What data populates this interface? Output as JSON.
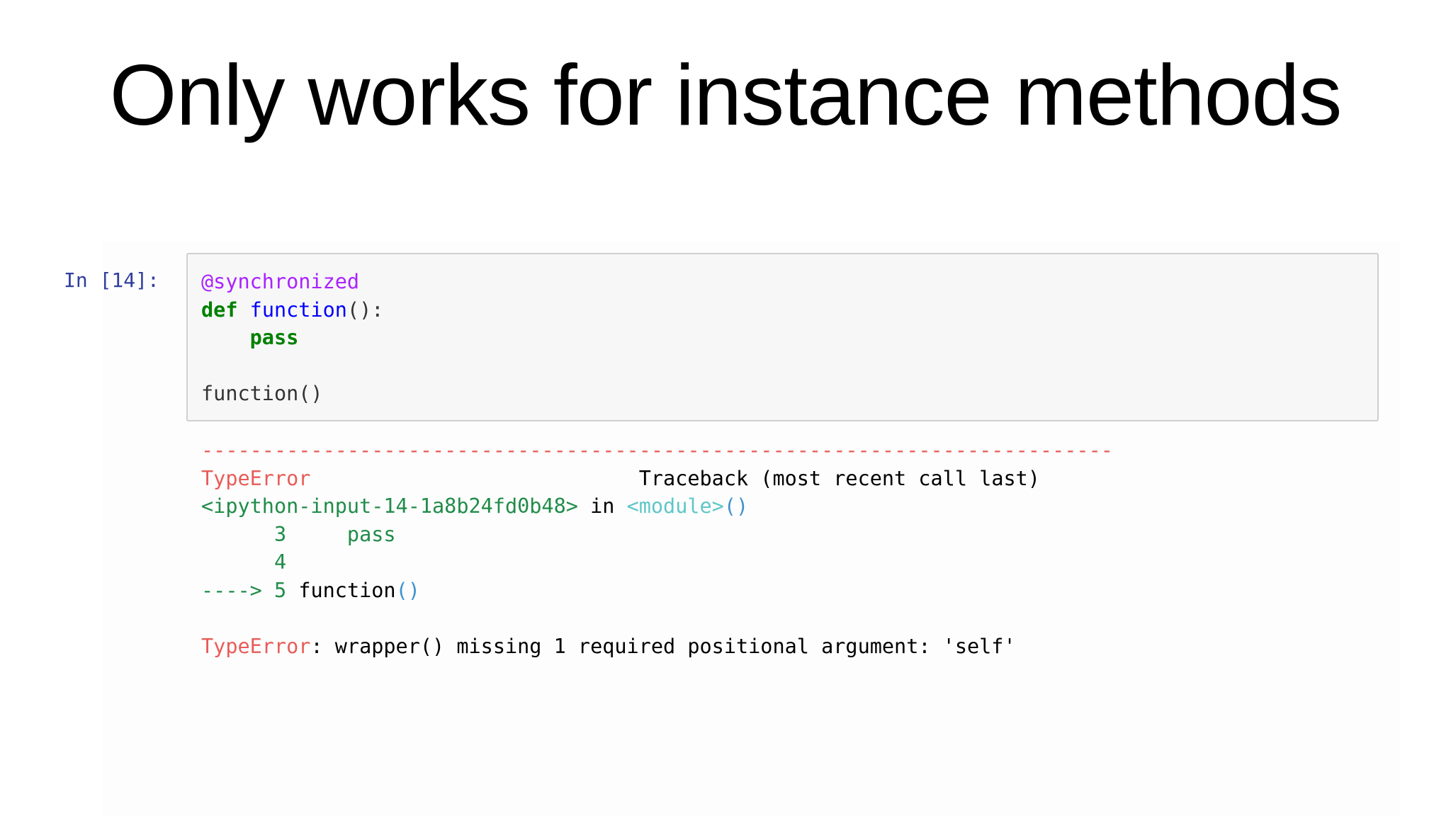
{
  "slide": {
    "title": "Only works for instance methods"
  },
  "cell": {
    "prompt": "In [14]:",
    "code": {
      "decorator": "@synchronized",
      "def_keyword": "def",
      "function_name": "function",
      "signature_rest": "():",
      "indent": "    ",
      "pass_keyword": "pass",
      "call": "function()"
    }
  },
  "output": {
    "separator": "---------------------------------------------------------------------------",
    "error_type": "TypeError",
    "traceback_header": "Traceback (most recent call last)",
    "traceback_header_gap": "                           ",
    "input_ref": "<ipython-input-14-1a8b24fd0b48>",
    "in_word": " in ",
    "module_ref": "<module>",
    "module_parens": "()",
    "context_lines": [
      {
        "prefix": "      ",
        "number": "3",
        "code": "     pass"
      },
      {
        "prefix": "      ",
        "number": "4",
        "code": ""
      }
    ],
    "current_line": {
      "arrow": "---->",
      "number": "5",
      "call_name": "function",
      "call_parens": "()"
    },
    "error_message_type": "TypeError",
    "error_message": ": wrapper() missing 1 required positional argument: 'self'"
  },
  "colors": {
    "prompt": "#303f9f",
    "decorator": "#aa22ff",
    "keyword": "#008000",
    "function_name": "#0000ff",
    "error_red": "#e75c58",
    "traceback_green": "#208c49",
    "module_cyan": "#60c6c8",
    "parens_blue": "#3d93cf"
  }
}
